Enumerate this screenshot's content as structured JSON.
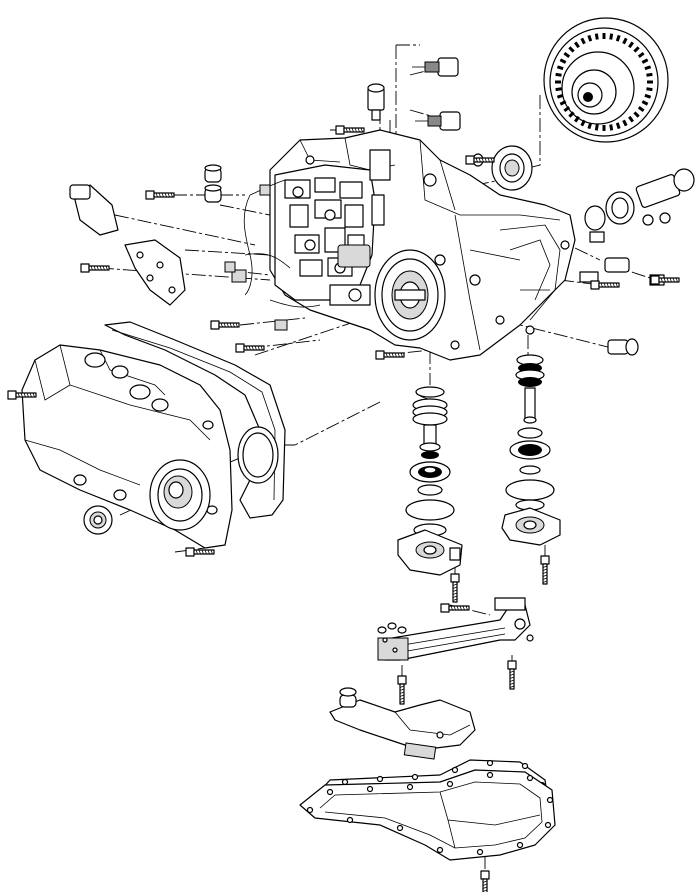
{
  "diagram": {
    "background": "#ffffff",
    "stroke_color": "#000000",
    "components": [
      {
        "id": "torque-converter",
        "icon": "torque-converter-icon"
      },
      {
        "id": "transaxle-case",
        "icon": "transaxle-case-icon"
      },
      {
        "id": "valve-body",
        "icon": "valve-body-icon"
      },
      {
        "id": "wiring-harness",
        "icon": "wiring-harness-icon"
      },
      {
        "id": "case-side-cover",
        "icon": "side-cover-icon"
      },
      {
        "id": "side-cover-gasket",
        "icon": "gasket-icon"
      },
      {
        "id": "left-accumulator-stack",
        "icon": "accumulator-icon"
      },
      {
        "id": "right-accumulator-stack",
        "icon": "accumulator-icon"
      },
      {
        "id": "fluid-transfer-tube",
        "icon": "tube-assembly-icon"
      },
      {
        "id": "fluid-filter",
        "icon": "filter-icon"
      },
      {
        "id": "bottom-pan",
        "icon": "oil-pan-icon"
      },
      {
        "id": "bottom-pan-gasket",
        "icon": "gasket-icon"
      },
      {
        "id": "fasteners",
        "icon": "bolt-icon"
      }
    ]
  }
}
